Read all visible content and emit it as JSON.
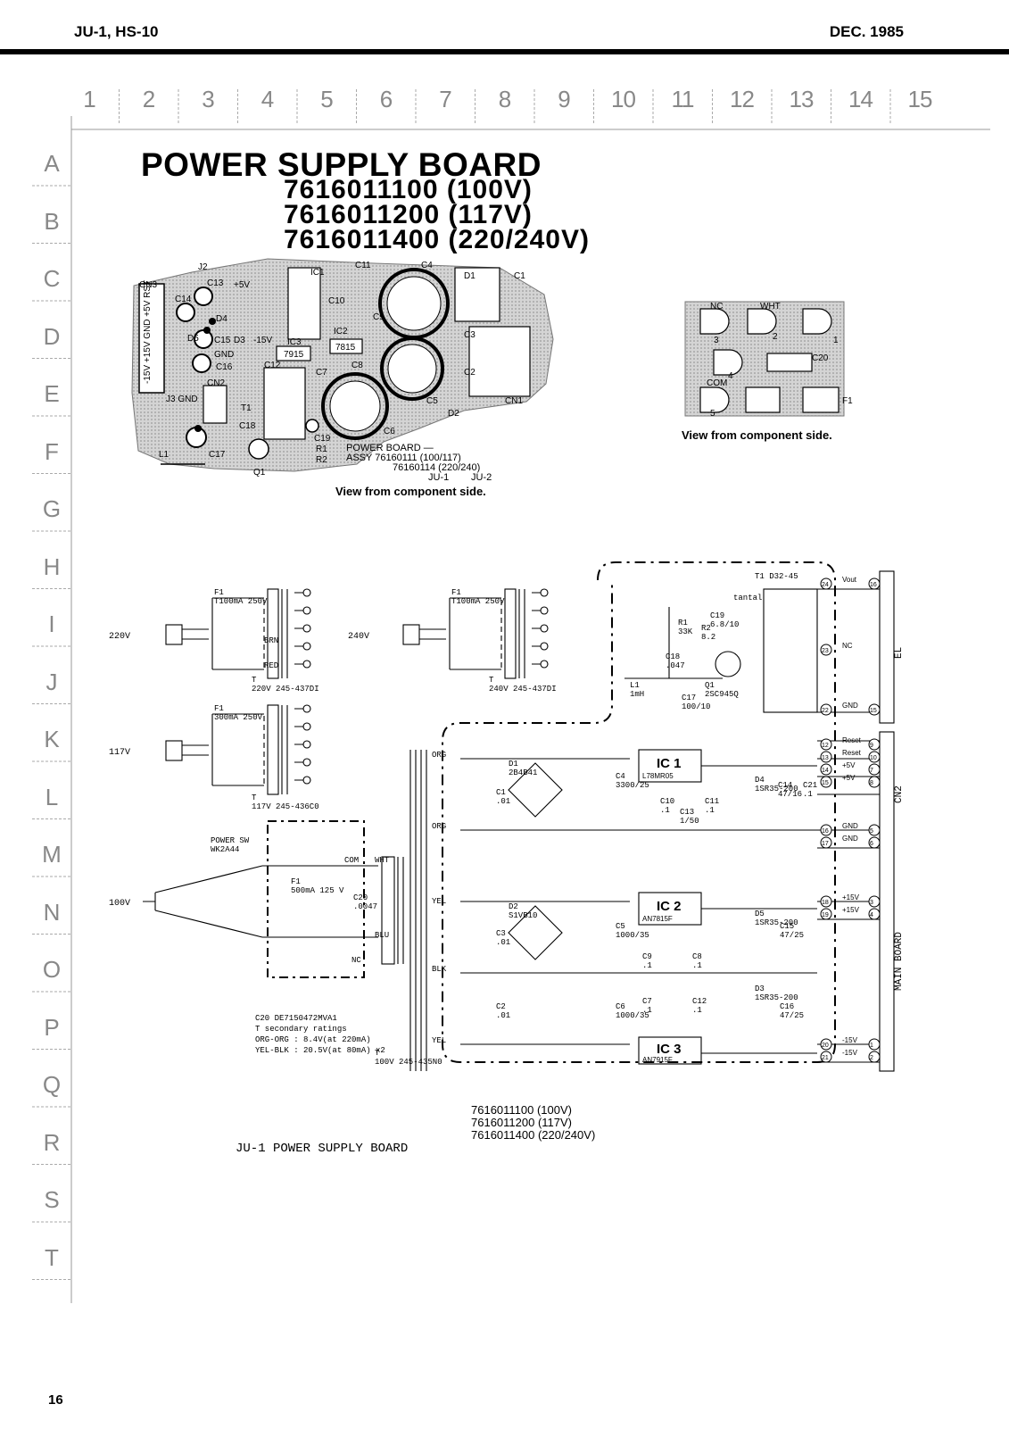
{
  "header": {
    "left": "JU-1, HS-10",
    "right": "DEC. 1985"
  },
  "page_number": "16",
  "grid": {
    "columns": [
      "1",
      "2",
      "3",
      "4",
      "5",
      "6",
      "7",
      "8",
      "9",
      "10",
      "11",
      "12",
      "13",
      "14",
      "15"
    ],
    "rows": [
      "A",
      "B",
      "C",
      "D",
      "E",
      "F",
      "G",
      "H",
      "I",
      "J",
      "K",
      "L",
      "M",
      "N",
      "O",
      "P",
      "Q",
      "R",
      "S",
      "T"
    ]
  },
  "title": "POWER SUPPLY BOARD",
  "part_numbers": [
    "7616011100 (100V)",
    "7616011200 (117V)",
    "7616011400 (220/240V)"
  ],
  "pcb": {
    "caption": "View from component side.",
    "board_label": "POWER BOARD —",
    "assy_line1": "ASSY 76160111 (100/117)",
    "assy_line2": "76160114 (220/240)",
    "ju1": "JU-1",
    "ju2": "JU-2",
    "labels": [
      "CN3",
      "J2",
      "IC1",
      "C11",
      "C4",
      "D1",
      "C10",
      "C1",
      "C13",
      "C14",
      "+5V",
      "D4",
      "D5",
      "C15",
      "D3",
      "-15V",
      "IC3",
      "7915",
      "IC2",
      "7815",
      "C9",
      "C3",
      "C2",
      "C8",
      "C12",
      "GND",
      "C16",
      "CN2",
      "C7",
      "T1",
      "C18",
      "C19",
      "C6",
      "C5",
      "D2",
      "CN1",
      "C17",
      "L1",
      "Q1",
      "R1",
      "R2",
      "J3 GND",
      "-15V +15V GND +5V RST"
    ]
  },
  "connector": {
    "caption": "View from component side.",
    "pins": [
      "NC",
      "WHT",
      "COM",
      "C20",
      "F1",
      "1",
      "2",
      "3",
      "4",
      "5"
    ]
  },
  "schematic": {
    "title": "JU-1 POWER SUPPLY BOARD",
    "part_numbers": [
      "7616011100 (100V)",
      "7616011200 (117V)",
      "7616011400 (220/240V)"
    ],
    "transformer_notes": [
      "C20        DE7150472MVA1",
      "T secondary ratings",
      "ORG-ORG : 8.4V(at 220mA)",
      "YEL-BLK : 20.5V(at 80mA) x2"
    ],
    "t_main": "T\n100V 245-435N0",
    "variants": {
      "v220": {
        "input": "220V",
        "fuse": "F1\nT100mA 250V",
        "t": "T\n220V 245-437DI"
      },
      "v240": {
        "input": "240V",
        "fuse": "F1\nT100mA 250V",
        "t": "T\n240V 245-437DI"
      },
      "v117": {
        "input": "117V",
        "fuse": "F1\n300mA 250V",
        "t": "T\n117V 245-436C0"
      }
    },
    "power_sw": "POWER SW\nWK2A44",
    "fuse_100": "F1\n500mA 125 V",
    "input_100": "100V",
    "ics": [
      {
        "name": "IC 1",
        "part": "L78MR05"
      },
      {
        "name": "IC 2",
        "part": "AN7815F"
      },
      {
        "name": "IC 3",
        "part": "AN7915F"
      }
    ],
    "t1": "T1  D32-45",
    "q1": "Q1\n2SC945Q",
    "l1": "L1\n1mH",
    "d1": "D1\n2B4B41",
    "d2": "D2\nS1VB10",
    "el_label": "EL",
    "cn2_label": "CN2",
    "main_board": "MAIN BOARD",
    "outputs": [
      {
        "pin": "24",
        "label": "Vout",
        "cn": "16"
      },
      {
        "pin": "23",
        "label": "NC",
        "cn": ""
      },
      {
        "pin": "22",
        "label": "GND",
        "cn": "15"
      },
      {
        "pin": "12",
        "label": "Reset",
        "cn": "9"
      },
      {
        "pin": "13",
        "label": "Reset",
        "cn": "10"
      },
      {
        "pin": "14",
        "label": "+5V",
        "cn": "7"
      },
      {
        "pin": "15",
        "label": "+5V",
        "cn": "8"
      },
      {
        "pin": "16",
        "label": "GND",
        "cn": "5"
      },
      {
        "pin": "17",
        "label": "GND",
        "cn": "6"
      },
      {
        "pin": "18",
        "label": "+15V",
        "cn": "3"
      },
      {
        "pin": "19",
        "label": "+15V",
        "cn": "4"
      },
      {
        "pin": "20",
        "label": "-15V",
        "cn": "1"
      },
      {
        "pin": "21",
        "label": "-15V",
        "cn": "2"
      }
    ],
    "wire_colors": [
      "ORG",
      "ORG",
      "YEL",
      "BLK",
      "YEL",
      "WHT",
      "BLU",
      "COM",
      "NC",
      "BRN",
      "RED"
    ],
    "component_values": {
      "c19": "C19\n6.8/10",
      "tantal": "tantal",
      "r1": "R1\n33K",
      "r2": "R2\n8.2",
      "c18": "C18\n.047",
      "c17": "C17\n100/10",
      "c4": "C4\n3300/25",
      "c10": "C10\n.1",
      "c13": "C13\n1/50",
      "c11": "C11\n.1",
      "d4": "D4\n1SR35-200",
      "c14": "C14\n47/16",
      "c21": "C21\n.1",
      "c1": "C1\n.01",
      "c3": "C3\n.01",
      "c5": "C5\n1000/35",
      "c9": "C9\n.1",
      "c8": "C8\n.1",
      "d5": "D5\n1SR35-200",
      "c15": "C15\n47/25",
      "c2": "C2\n.01",
      "c6": "C6\n1000/35",
      "c7": "C7\n.1",
      "c12": "C12\n.1",
      "d3": "D3\n1SR35-200",
      "c16": "C16\n47/25",
      "c20": "C20\n.0047"
    }
  }
}
